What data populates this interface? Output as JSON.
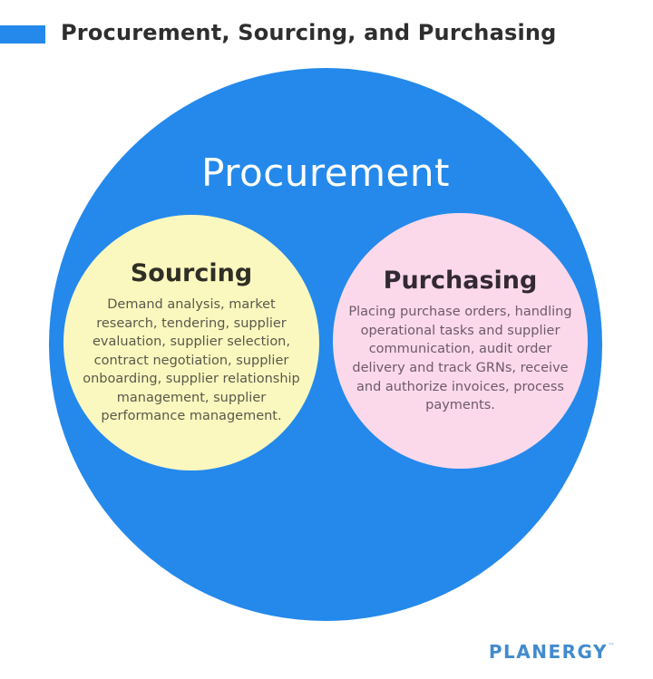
{
  "header": {
    "title": "Procurement, Sourcing, and Purchasing",
    "swatch_color": "#2489eb"
  },
  "diagram": {
    "outer": {
      "label": "Procurement",
      "fill_color": "#2489eb",
      "text_color": "#ffffff"
    },
    "inner": [
      {
        "label": "Sourcing",
        "description": "Demand analysis, market research, tendering, supplier evaluation, supplier selection, contract negotiation, supplier onboarding, supplier relationship management, supplier performance management.",
        "fill_color": "#fbf8bf"
      },
      {
        "label": "Purchasing",
        "description": "Placing purchase orders, handling operational tasks and supplier communication, audit order delivery and track GRNs, receive and authorize invoices, process payments.",
        "fill_color": "#fbd9eb"
      }
    ]
  },
  "footer": {
    "brand": "PLANERGY",
    "trademark": "™",
    "brand_color": "#418bce"
  }
}
